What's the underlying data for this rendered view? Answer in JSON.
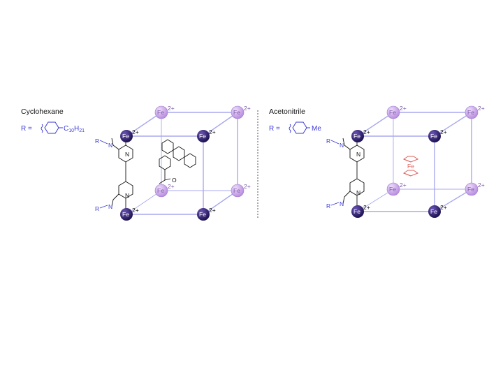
{
  "panels": [
    {
      "solvent": "Cyclohexane",
      "r_prefix": "R =",
      "r_substituent": "C",
      "r_sub1": "10",
      "r_mid": "H",
      "r_sub2": "21",
      "guest_atom": "O"
    },
    {
      "solvent": "Acetonitrile",
      "r_prefix": "R =",
      "r_substituent": "Me",
      "guest_atom": "Fe"
    }
  ],
  "labels": {
    "metal": "Fe",
    "charge": "2+",
    "ligand_n": "N",
    "ligand_r": "R"
  },
  "colors": {
    "cube_edge": "#a9a9f0",
    "fe_front": "#2a1a63",
    "fe_back": "#c79ce8",
    "r_text": "#3a3ad6",
    "ferrocene": "#e0605c",
    "ink": "#111111"
  }
}
